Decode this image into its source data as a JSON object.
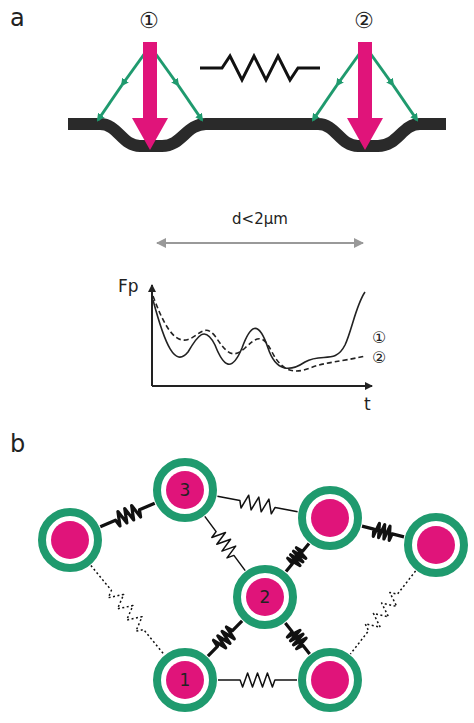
{
  "diagram": {
    "nodes": [
      {
        "text": [
          "3"
        ]
      },
      {
        "text": [
          "2"
        ]
      },
      {
        "text": [
          "1"
        ]
      }
    ],
    "edges": [
      {
        "from": 0,
        "to": 1,
        "arrow": "none"
      },
      {
        "from": 1,
        "to": 2,
        "arrow": "none"
      }
    ],
    "labels": [
      "a",
      "①",
      "②",
      "d<2μm",
      "Fp",
      "t",
      "①",
      "②",
      "b"
    ]
  }
}
